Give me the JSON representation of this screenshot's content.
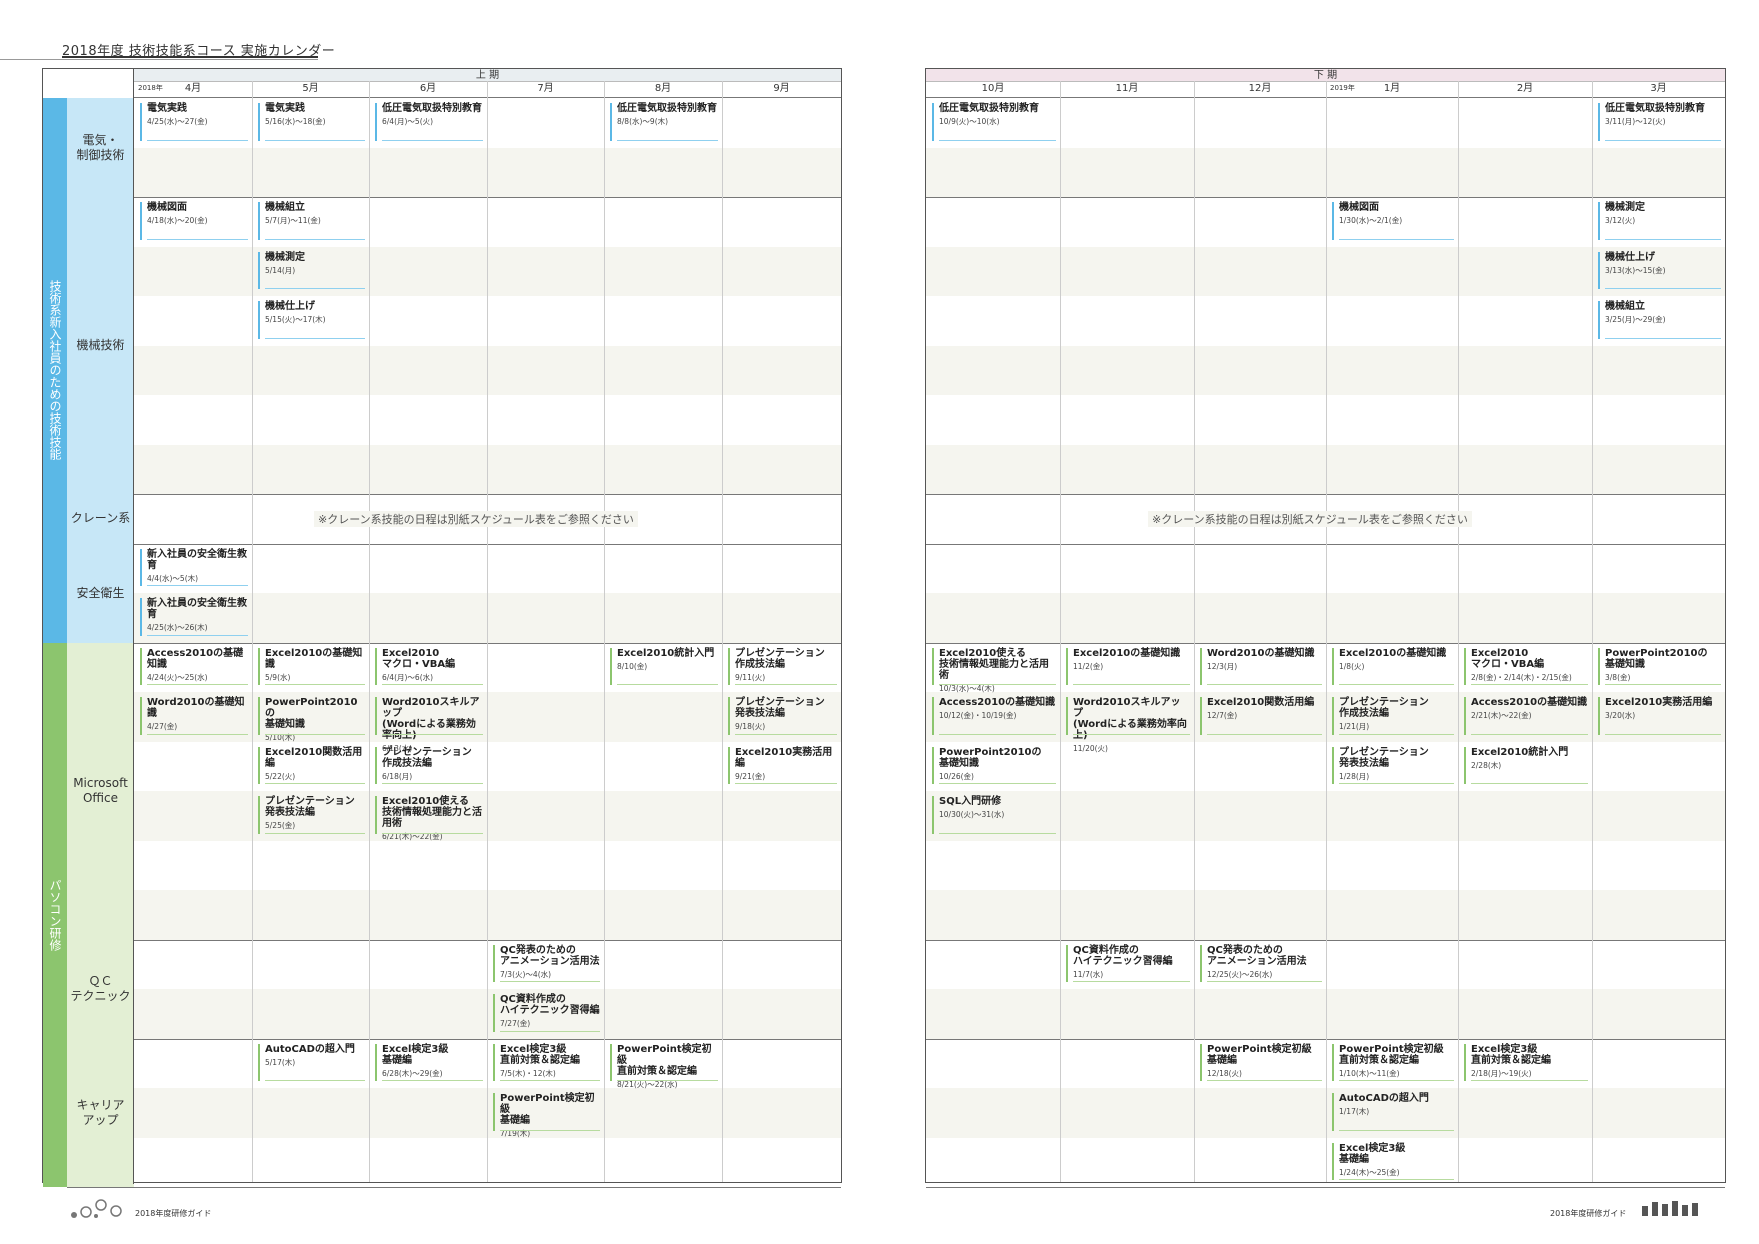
{
  "header": {
    "title": "2018年度 技術技能系コース 実施カレンダー"
  },
  "left": {
    "period": "上 期",
    "year": "2018年",
    "months": [
      "4月",
      "5月",
      "6月",
      "7月",
      "8月",
      "9月"
    ]
  },
  "right": {
    "period": "下 期",
    "year": "2019年",
    "months": [
      "10月",
      "11月",
      "12月",
      "1月",
      "2月",
      "3月"
    ]
  },
  "categories": {
    "cat1": "技術系新入社員のための技術技能",
    "cat2": "パソコン研修"
  },
  "subcategories": {
    "denki": "電気・\n制御技術",
    "kikai": "機械技術",
    "crane": "クレーン系",
    "anzen": "安全衛生",
    "ms": "Microsoft\nOffice",
    "qc": "ＱＣ\nテクニック",
    "career": "キャリア\nアップ"
  },
  "crane_note": "※クレーン系技能の日程は別紙スケジュール表をご参照ください",
  "courses_left": [
    {
      "col": 0,
      "row": 0,
      "color": "blue",
      "name": "電気実践",
      "date": "4/25(水)〜27(金)"
    },
    {
      "col": 1,
      "row": 0,
      "color": "blue",
      "name": "電気実践",
      "date": "5/16(水)〜18(金)"
    },
    {
      "col": 2,
      "row": 0,
      "color": "blue",
      "name": "低圧電気取扱特別教育",
      "date": "6/4(月)〜5(火)"
    },
    {
      "col": 4,
      "row": 0,
      "color": "blue",
      "name": "低圧電気取扱特別教育",
      "date": "8/8(水)〜9(木)"
    },
    {
      "col": 0,
      "row": 2,
      "color": "blue",
      "name": "機械図面",
      "date": "4/18(水)〜20(金)"
    },
    {
      "col": 1,
      "row": 2,
      "color": "blue",
      "name": "機械組立",
      "date": "5/7(月)〜11(金)"
    },
    {
      "col": 1,
      "row": 3,
      "color": "blue",
      "name": "機械測定",
      "date": "5/14(月)"
    },
    {
      "col": 1,
      "row": 4,
      "color": "blue",
      "name": "機械仕上げ",
      "date": "5/15(火)〜17(木)"
    },
    {
      "col": 0,
      "row": 9,
      "color": "blue",
      "name": "新入社員の安全衛生教育",
      "date": "4/4(水)〜5(木)"
    },
    {
      "col": 0,
      "row": 10,
      "color": "blue",
      "name": "新入社員の安全衛生教育",
      "date": "4/25(水)〜26(木)"
    },
    {
      "col": 0,
      "row": 11,
      "color": "green",
      "name": "Access2010の基礎知識",
      "date": "4/24(火)〜25(水)"
    },
    {
      "col": 1,
      "row": 11,
      "color": "green",
      "name": "Excel2010の基礎知識",
      "date": "5/9(水)"
    },
    {
      "col": 2,
      "row": 11,
      "color": "green",
      "name": "Excel2010\nマクロ・VBA編",
      "date": "6/4(月)〜6(水)"
    },
    {
      "col": 4,
      "row": 11,
      "color": "green",
      "name": "Excel2010統計入門",
      "date": "8/10(金)"
    },
    {
      "col": 5,
      "row": 11,
      "color": "green",
      "name": "プレゼンテーション\n作成技法編",
      "date": "9/11(火)"
    },
    {
      "col": 0,
      "row": 12,
      "color": "green",
      "name": "Word2010の基礎知識",
      "date": "4/27(金)"
    },
    {
      "col": 1,
      "row": 12,
      "color": "green",
      "name": "PowerPoint2010の\n基礎知識",
      "date": "5/10(木)"
    },
    {
      "col": 2,
      "row": 12,
      "color": "green",
      "name": "Word2010スキルアップ\n(Wordによる業務効率向上)",
      "date": "6/13(水)"
    },
    {
      "col": 5,
      "row": 12,
      "color": "green",
      "name": "プレゼンテーション\n発表技法編",
      "date": "9/18(火)"
    },
    {
      "col": 1,
      "row": 13,
      "color": "green",
      "name": "Excel2010関数活用編",
      "date": "5/22(火)"
    },
    {
      "col": 2,
      "row": 13,
      "color": "green",
      "name": "プレゼンテーション\n作成技法編",
      "date": "6/18(月)"
    },
    {
      "col": 5,
      "row": 13,
      "color": "green",
      "name": "Excel2010実務活用編",
      "date": "9/21(金)"
    },
    {
      "col": 1,
      "row": 14,
      "color": "green",
      "name": "プレゼンテーション\n発表技法編",
      "date": "5/25(金)"
    },
    {
      "col": 2,
      "row": 14,
      "color": "green",
      "name": "Excel2010使える\n技術情報処理能力と活用術",
      "date": "6/21(木)〜22(金)"
    },
    {
      "col": 3,
      "row": 17,
      "color": "green",
      "name": "QC発表のための\nアニメーション活用法",
      "date": "7/3(火)〜4(水)"
    },
    {
      "col": 3,
      "row": 18,
      "color": "green",
      "name": "QC資料作成の\nハイテクニック習得編",
      "date": "7/27(金)"
    },
    {
      "col": 1,
      "row": 19,
      "color": "green",
      "name": "AutoCADの超入門",
      "date": "5/17(木)"
    },
    {
      "col": 2,
      "row": 19,
      "color": "green",
      "name": "Excel検定3級\n基礎編",
      "date": "6/28(木)〜29(金)"
    },
    {
      "col": 3,
      "row": 19,
      "color": "green",
      "name": "Excel検定3級\n直前対策＆認定編",
      "date": "7/5(木)・12(木)"
    },
    {
      "col": 4,
      "row": 19,
      "color": "green",
      "name": "PowerPoint検定初級\n直前対策＆認定編",
      "date": "8/21(火)〜22(水)"
    },
    {
      "col": 3,
      "row": 20,
      "color": "green",
      "name": "PowerPoint検定初級\n基礎編",
      "date": "7/19(木)"
    }
  ],
  "courses_right": [
    {
      "col": 0,
      "row": 0,
      "color": "blue",
      "name": "低圧電気取扱特別教育",
      "date": "10/9(火)〜10(水)"
    },
    {
      "col": 5,
      "row": 0,
      "color": "blue",
      "name": "低圧電気取扱特別教育",
      "date": "3/11(月)〜12(火)"
    },
    {
      "col": 3,
      "row": 2,
      "color": "blue",
      "name": "機械図面",
      "date": "1/30(水)〜2/1(金)"
    },
    {
      "col": 5,
      "row": 2,
      "color": "blue",
      "name": "機械測定",
      "date": "3/12(火)"
    },
    {
      "col": 5,
      "row": 3,
      "color": "blue",
      "name": "機械仕上げ",
      "date": "3/13(水)〜15(金)"
    },
    {
      "col": 5,
      "row": 4,
      "color": "blue",
      "name": "機械組立",
      "date": "3/25(月)〜29(金)"
    },
    {
      "col": 0,
      "row": 11,
      "color": "green",
      "name": "Excel2010使える\n技術情報処理能力と活用術",
      "date": "10/3(水)〜4(木)"
    },
    {
      "col": 1,
      "row": 11,
      "color": "green",
      "name": "Excel2010の基礎知識",
      "date": "11/2(金)"
    },
    {
      "col": 2,
      "row": 11,
      "color": "green",
      "name": "Word2010の基礎知識",
      "date": "12/3(月)"
    },
    {
      "col": 3,
      "row": 11,
      "color": "green",
      "name": "Excel2010の基礎知識",
      "date": "1/8(火)"
    },
    {
      "col": 4,
      "row": 11,
      "color": "green",
      "name": "Excel2010\nマクロ・VBA編",
      "date": "2/8(金)・2/14(木)・2/15(金)"
    },
    {
      "col": 5,
      "row": 11,
      "color": "green",
      "name": "PowerPoint2010の\n基礎知識",
      "date": "3/8(金)"
    },
    {
      "col": 0,
      "row": 12,
      "color": "green",
      "name": "Access2010の基礎知識",
      "date": "10/12(金)・10/19(金)"
    },
    {
      "col": 1,
      "row": 12,
      "color": "green",
      "name": "Word2010スキルアップ\n(Wordによる業務効率向上)",
      "date": "11/20(火)"
    },
    {
      "col": 2,
      "row": 12,
      "color": "green",
      "name": "Excel2010関数活用編",
      "date": "12/7(金)"
    },
    {
      "col": 3,
      "row": 12,
      "color": "green",
      "name": "プレゼンテーション\n作成技法編",
      "date": "1/21(月)"
    },
    {
      "col": 4,
      "row": 12,
      "color": "green",
      "name": "Access2010の基礎知識",
      "date": "2/21(木)〜22(金)"
    },
    {
      "col": 5,
      "row": 12,
      "color": "green",
      "name": "Excel2010実務活用編",
      "date": "3/20(水)"
    },
    {
      "col": 0,
      "row": 13,
      "color": "green",
      "name": "PowerPoint2010の\n基礎知識",
      "date": "10/26(金)"
    },
    {
      "col": 3,
      "row": 13,
      "color": "green",
      "name": "プレゼンテーション\n発表技法編",
      "date": "1/28(月)"
    },
    {
      "col": 4,
      "row": 13,
      "color": "green",
      "name": "Excel2010統計入門",
      "date": "2/28(木)"
    },
    {
      "col": 0,
      "row": 14,
      "color": "green",
      "name": "SQL入門研修",
      "date": "10/30(火)〜31(水)"
    },
    {
      "col": 1,
      "row": 17,
      "color": "green",
      "name": "QC資料作成の\nハイテクニック習得編",
      "date": "11/7(水)"
    },
    {
      "col": 2,
      "row": 17,
      "color": "green",
      "name": "QC発表のための\nアニメーション活用法",
      "date": "12/25(火)〜26(水)"
    },
    {
      "col": 2,
      "row": 19,
      "color": "green",
      "name": "PowerPoint検定初級\n基礎編",
      "date": "12/18(火)"
    },
    {
      "col": 3,
      "row": 19,
      "color": "green",
      "name": "PowerPoint検定初級\n直前対策＆認定編",
      "date": "1/10(木)〜11(金)"
    },
    {
      "col": 4,
      "row": 19,
      "color": "green",
      "name": "Excel検定3級\n直前対策＆認定編",
      "date": "2/18(月)〜19(火)"
    },
    {
      "col": 3,
      "row": 20,
      "color": "green",
      "name": "AutoCADの超入門",
      "date": "1/17(木)"
    },
    {
      "col": 3,
      "row": 21,
      "color": "green",
      "name": "Excel検定3級\n基礎編",
      "date": "1/24(木)〜25(金)"
    }
  ],
  "footer": {
    "left": "2018年度研修ガイド",
    "right": "2018年度研修ガイド"
  },
  "colors": {
    "cat_blue": "#5bb8e6",
    "cat_green": "#8cc56e",
    "sub_blue": "#c7e7f7",
    "sub_green": "#e3efd4"
  }
}
